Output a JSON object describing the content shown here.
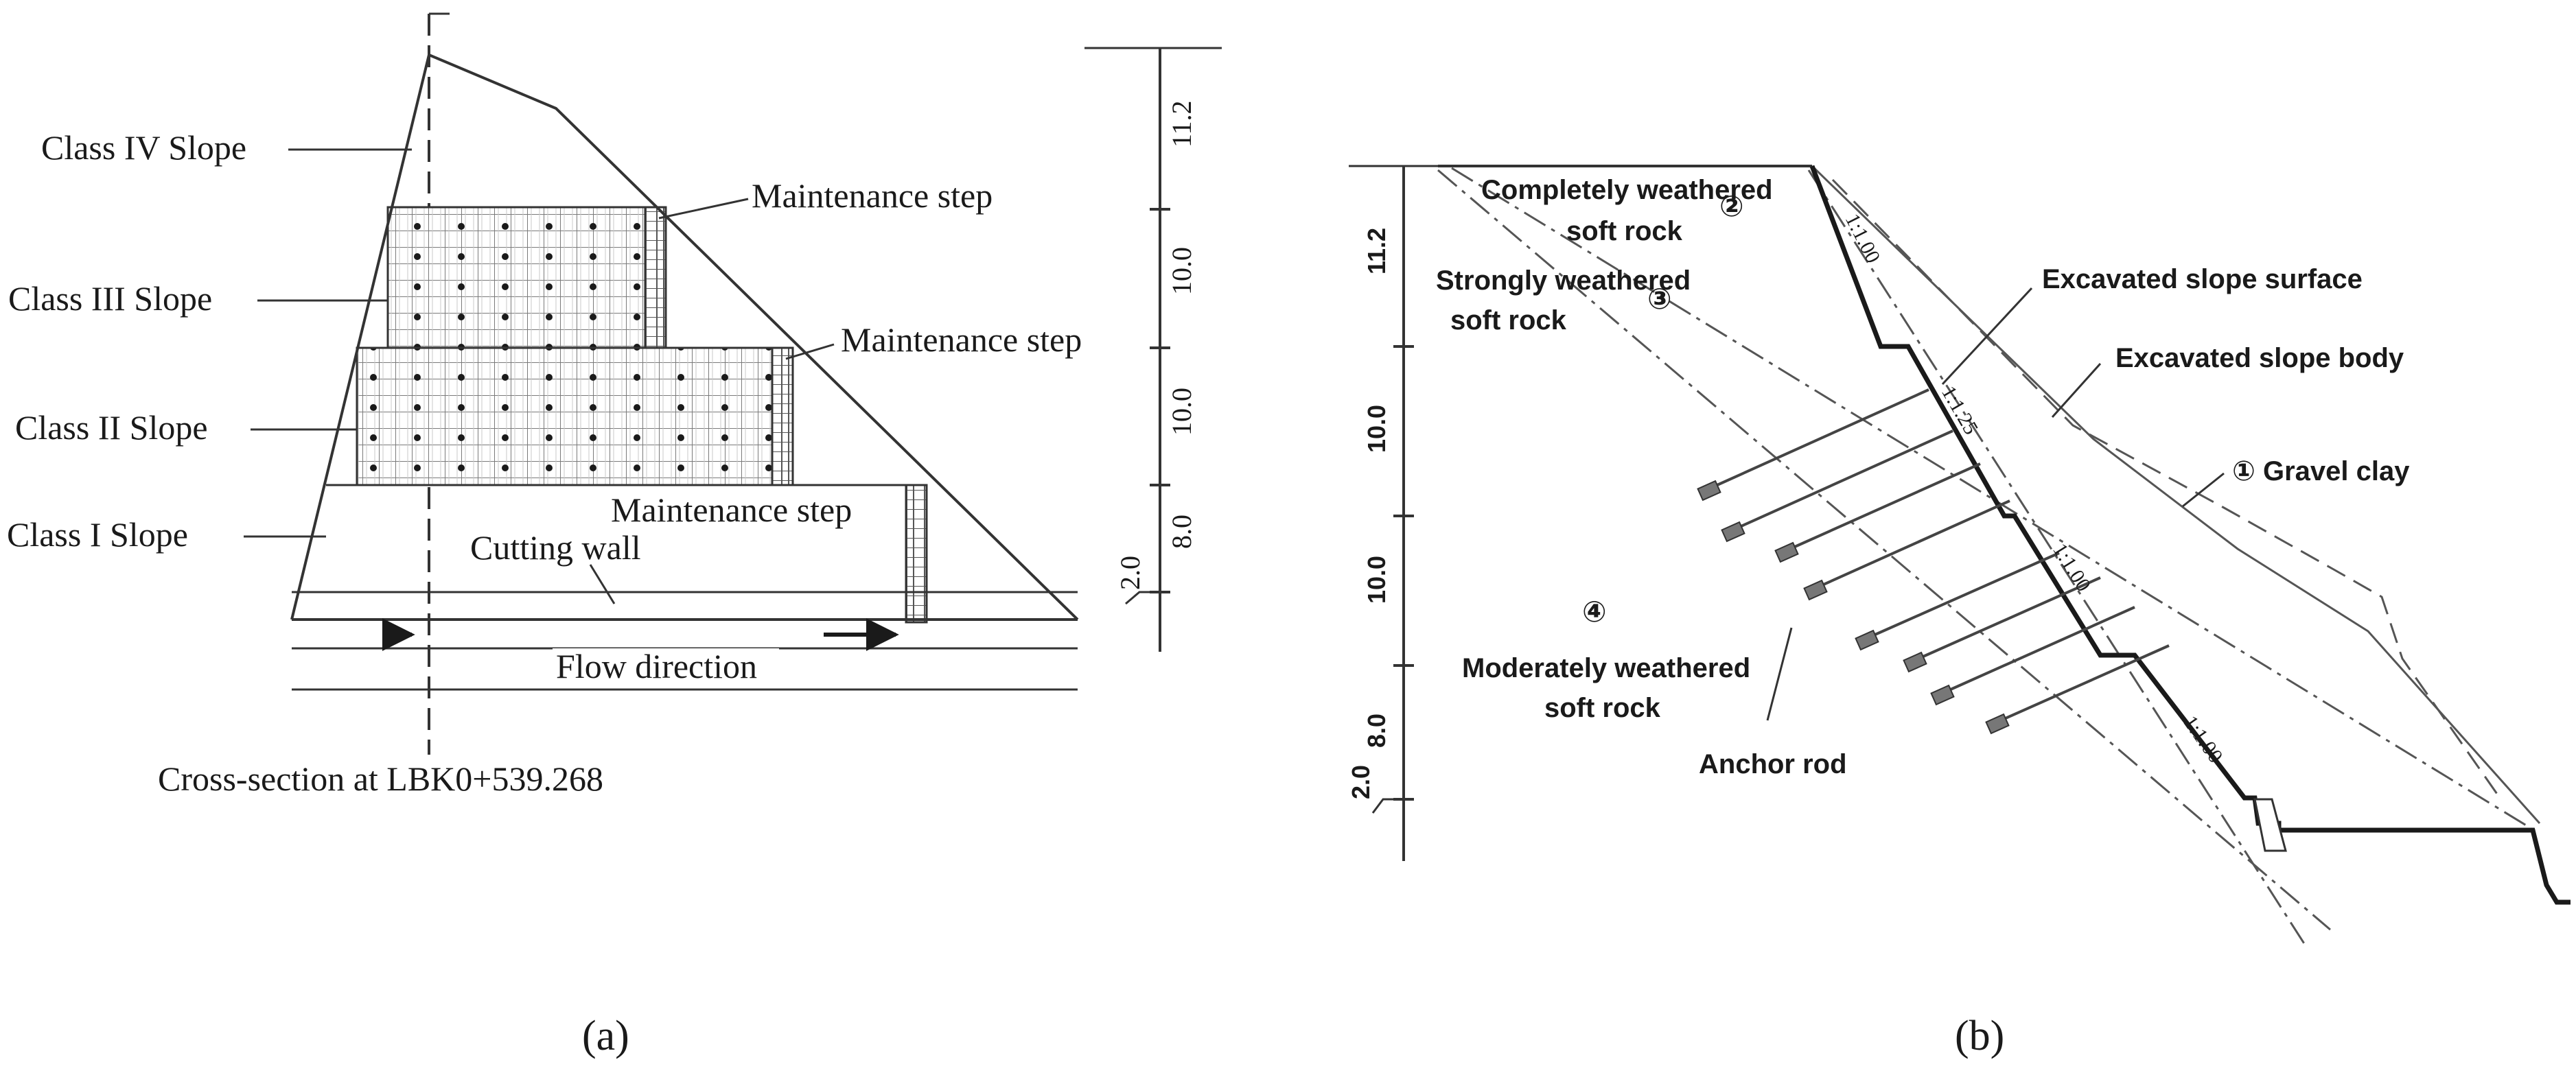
{
  "figure_a": {
    "panel_label": "(a)",
    "labels": {
      "class_iv": "Class IV Slope",
      "class_iii": "Class III Slope",
      "class_ii": "Class II Slope",
      "class_i": "Class I Slope",
      "maintenance_step_1": "Maintenance step",
      "maintenance_step_2": "Maintenance step",
      "maintenance_step_3": "Maintenance step",
      "cutting_wall": "Cutting wall",
      "flow_direction": "Flow direction",
      "cross_section": "Cross-section at LBK0+539.268"
    },
    "scale_labels": [
      "11.2",
      "10.0",
      "10.0",
      "8.0",
      "2.0"
    ]
  },
  "figure_b": {
    "panel_label": "(b)",
    "labels": {
      "layer_2_line1": "Completely weathered",
      "layer_2_line2": "soft rock",
      "layer_2_num": "②",
      "layer_3_line1": "Strongly weathered",
      "layer_3_line2": "soft rock",
      "layer_3_num": "③",
      "layer_4_num": "④",
      "layer_4_line1": "Moderately weathered",
      "layer_4_line2": "soft rock",
      "excavated_surface": "Excavated slope surface",
      "excavated_body": "Excavated slope body",
      "gravel_clay": "① Gravel clay",
      "anchor_rod": "Anchor rod"
    },
    "scale_labels": [
      "11.2",
      "10.0",
      "10.0",
      "8.0",
      "2.0"
    ],
    "slope_ratio_labels": [
      "1:1.00",
      "1:1.25",
      "1:1.00",
      "1:1.00"
    ]
  }
}
